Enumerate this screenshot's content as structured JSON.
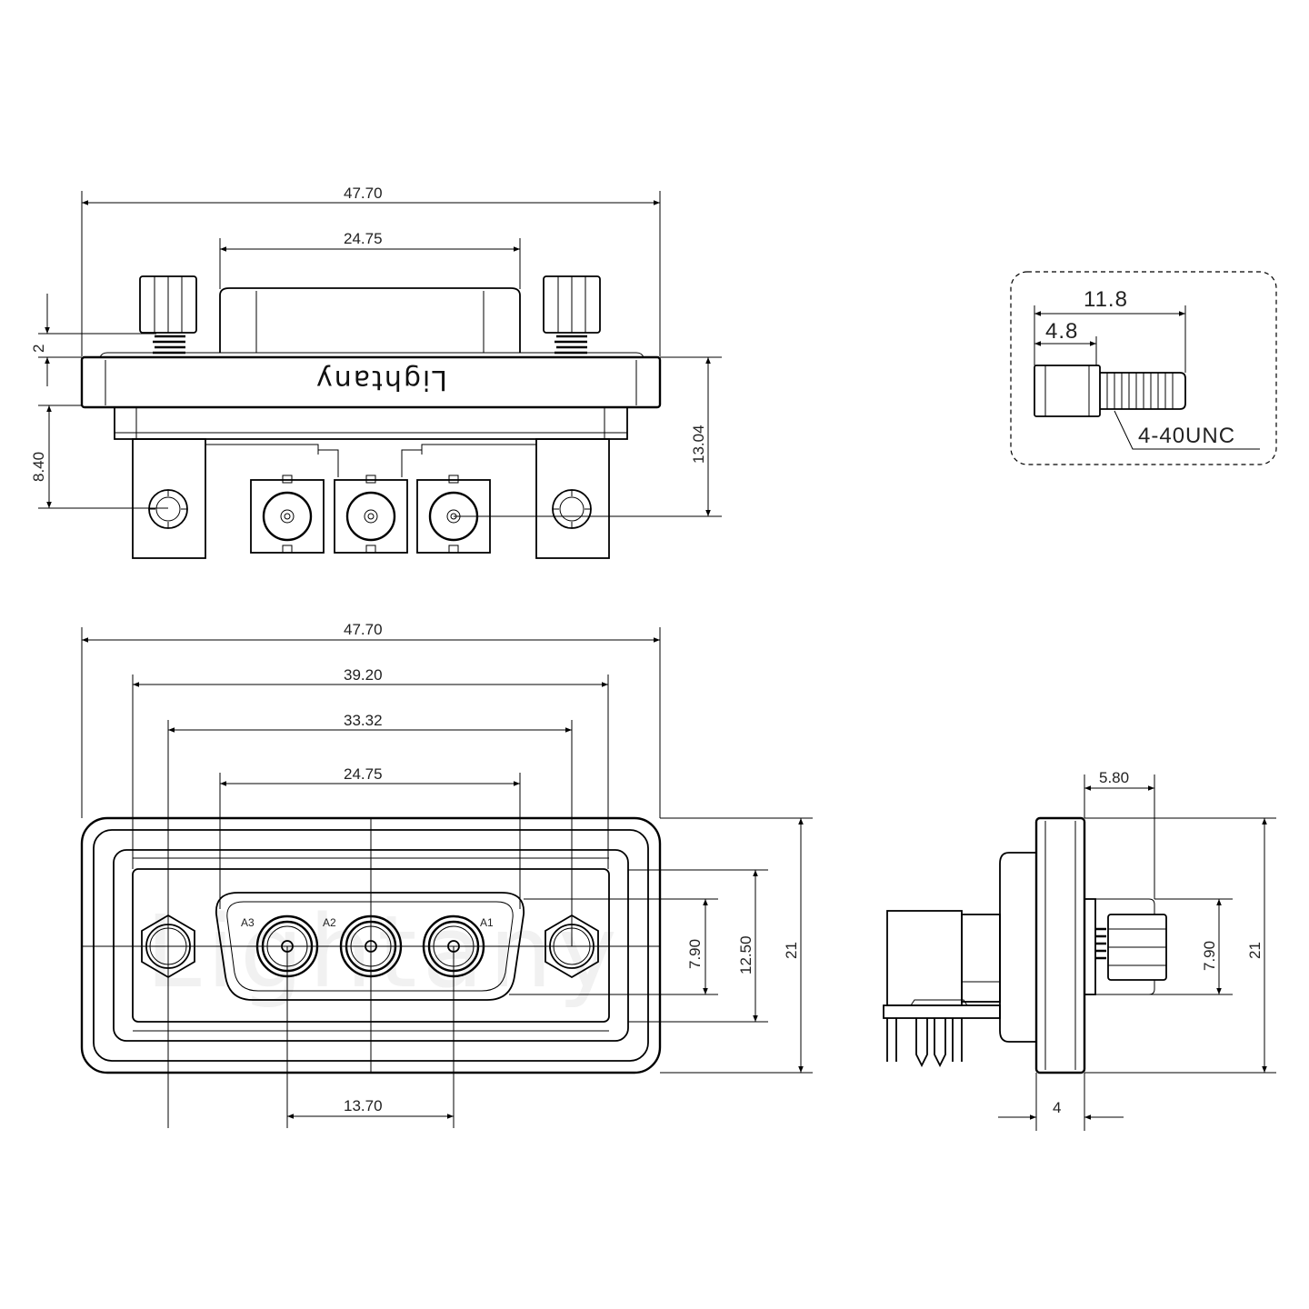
{
  "brand": "Lightany",
  "top_view": {
    "overall_width": "47.70",
    "shell_width": "24.75",
    "thread_height": "2",
    "pcb_offset": "8.40",
    "side_height": "13.04"
  },
  "front_view": {
    "overall_width": "47.70",
    "flange_width": "39.20",
    "mount_hole_spacing": "33.32",
    "shell_width": "24.75",
    "pin_pitch": "13.70",
    "shell_height": "7.90",
    "inner_height": "12.50",
    "flange_height": "21",
    "pins": [
      "A3",
      "A2",
      "A1"
    ]
  },
  "side_view": {
    "standoff_length": "5.80",
    "standoff_height": "7.90",
    "flange_height": "21",
    "flange_thickness": "4"
  },
  "screw_detail": {
    "total_length": "11.8",
    "hex_length": "4.8",
    "thread": "4-40UNC"
  }
}
